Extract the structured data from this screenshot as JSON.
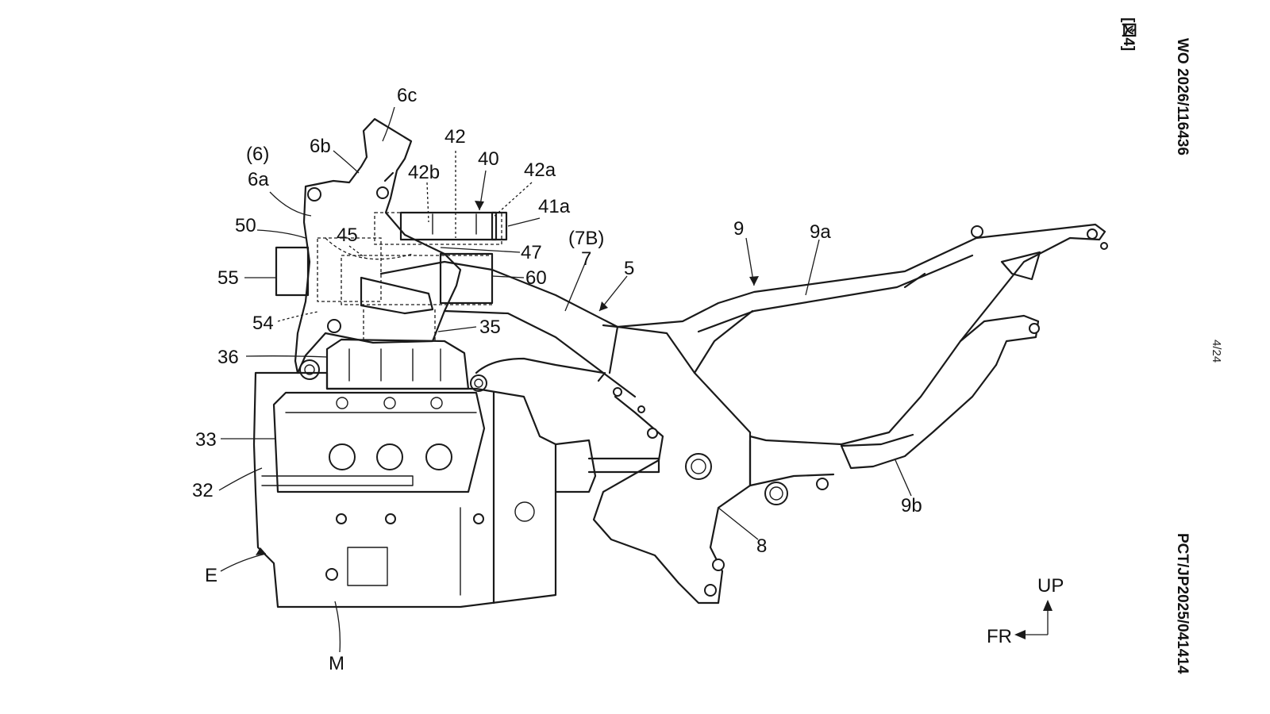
{
  "header": {
    "figure_tag": "[図4]",
    "publication_number": "WO 2026/116436",
    "application_number": "PCT/JP2025/041414",
    "page_number": "4/24"
  },
  "labels": {
    "6c": "6c",
    "paren6": "(6)",
    "6b": "6b",
    "6a": "6a",
    "42": "42",
    "42b": "42b",
    "40": "40",
    "42a": "42a",
    "41a": "41a",
    "50": "50",
    "45": "45",
    "47": "47",
    "paren7B": "(7B)",
    "7": "7",
    "5": "5",
    "9": "9",
    "9a": "9a",
    "55": "55",
    "60": "60",
    "54": "54",
    "35": "35",
    "36": "36",
    "33": "33",
    "32": "32",
    "E": "E",
    "M": "M",
    "8": "8",
    "9b": "9b"
  },
  "direction": {
    "up": "UP",
    "front": "FR"
  }
}
